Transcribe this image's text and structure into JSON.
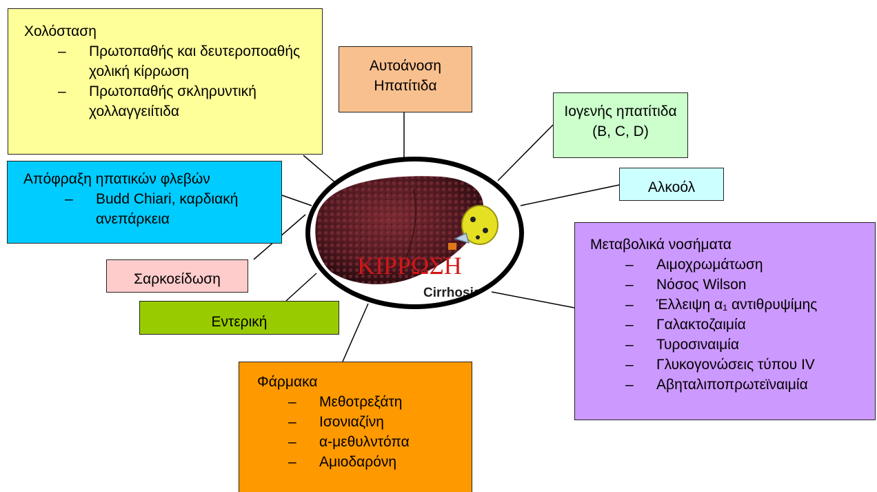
{
  "colors": {
    "yellow_box": "#ffff99",
    "peach_box": "#f9c08f",
    "green_box": "#ccffcc",
    "cyan_box": "#00ccff",
    "lightcyan_box": "#ccffff",
    "pink_box": "#ffcccc",
    "olive_box": "#99cc00",
    "orange_box": "#ff9900",
    "purple_box": "#cc99ff",
    "liver": "#5a1a22",
    "caption": "#d01818"
  },
  "center": {
    "caption_greek": "ΚΙΡΡΩΣΗ",
    "caption_english": "Cirrhosis"
  },
  "boxes": {
    "cholestasis": {
      "title": "Χολόσταση",
      "items": [
        "Πρωτοπαθής και δευτεροποαθής χολική κίρρωση",
        "Πρωτοπαθής σκληρυντική χολλαγγειίτιδα"
      ]
    },
    "autoimmune": {
      "line1": "Αυτοάνοση",
      "line2": "Ηπατίτιδα"
    },
    "viral": {
      "line1": "Ιογενής ηπατίτιδα",
      "line2": "(B, C, D)"
    },
    "alcohol": {
      "label": "Αλκοόλ"
    },
    "venous": {
      "title": "Απόφραξη ηπατικών φλεβών",
      "items": [
        "Budd Chiari, καρδιακή ανεπάρκεια"
      ]
    },
    "sarcoid": {
      "label": "Σαρκοείδωση"
    },
    "enteric": {
      "label": "Εντερική"
    },
    "drugs": {
      "title": "Φάρμακα",
      "items": [
        "Μεθοτρεξάτη",
        "Ισονιαζίνη",
        "α-μεθυλντόπα",
        "Αμιοδαρόνη"
      ]
    },
    "metabolic": {
      "title": "Μεταβολικά νοσήματα",
      "items": [
        "Αιμοχρωμάτωση",
        "Νόσος Wilson",
        "Έλλειψη α₁ αντιθρυψίμης",
        "Γαλακτοζαιμία",
        "Τυροσιναιμία",
        "Γλυκογονώσεις τύπου IV",
        "Αβηταλιποπρωτεϊναιμία"
      ]
    }
  }
}
